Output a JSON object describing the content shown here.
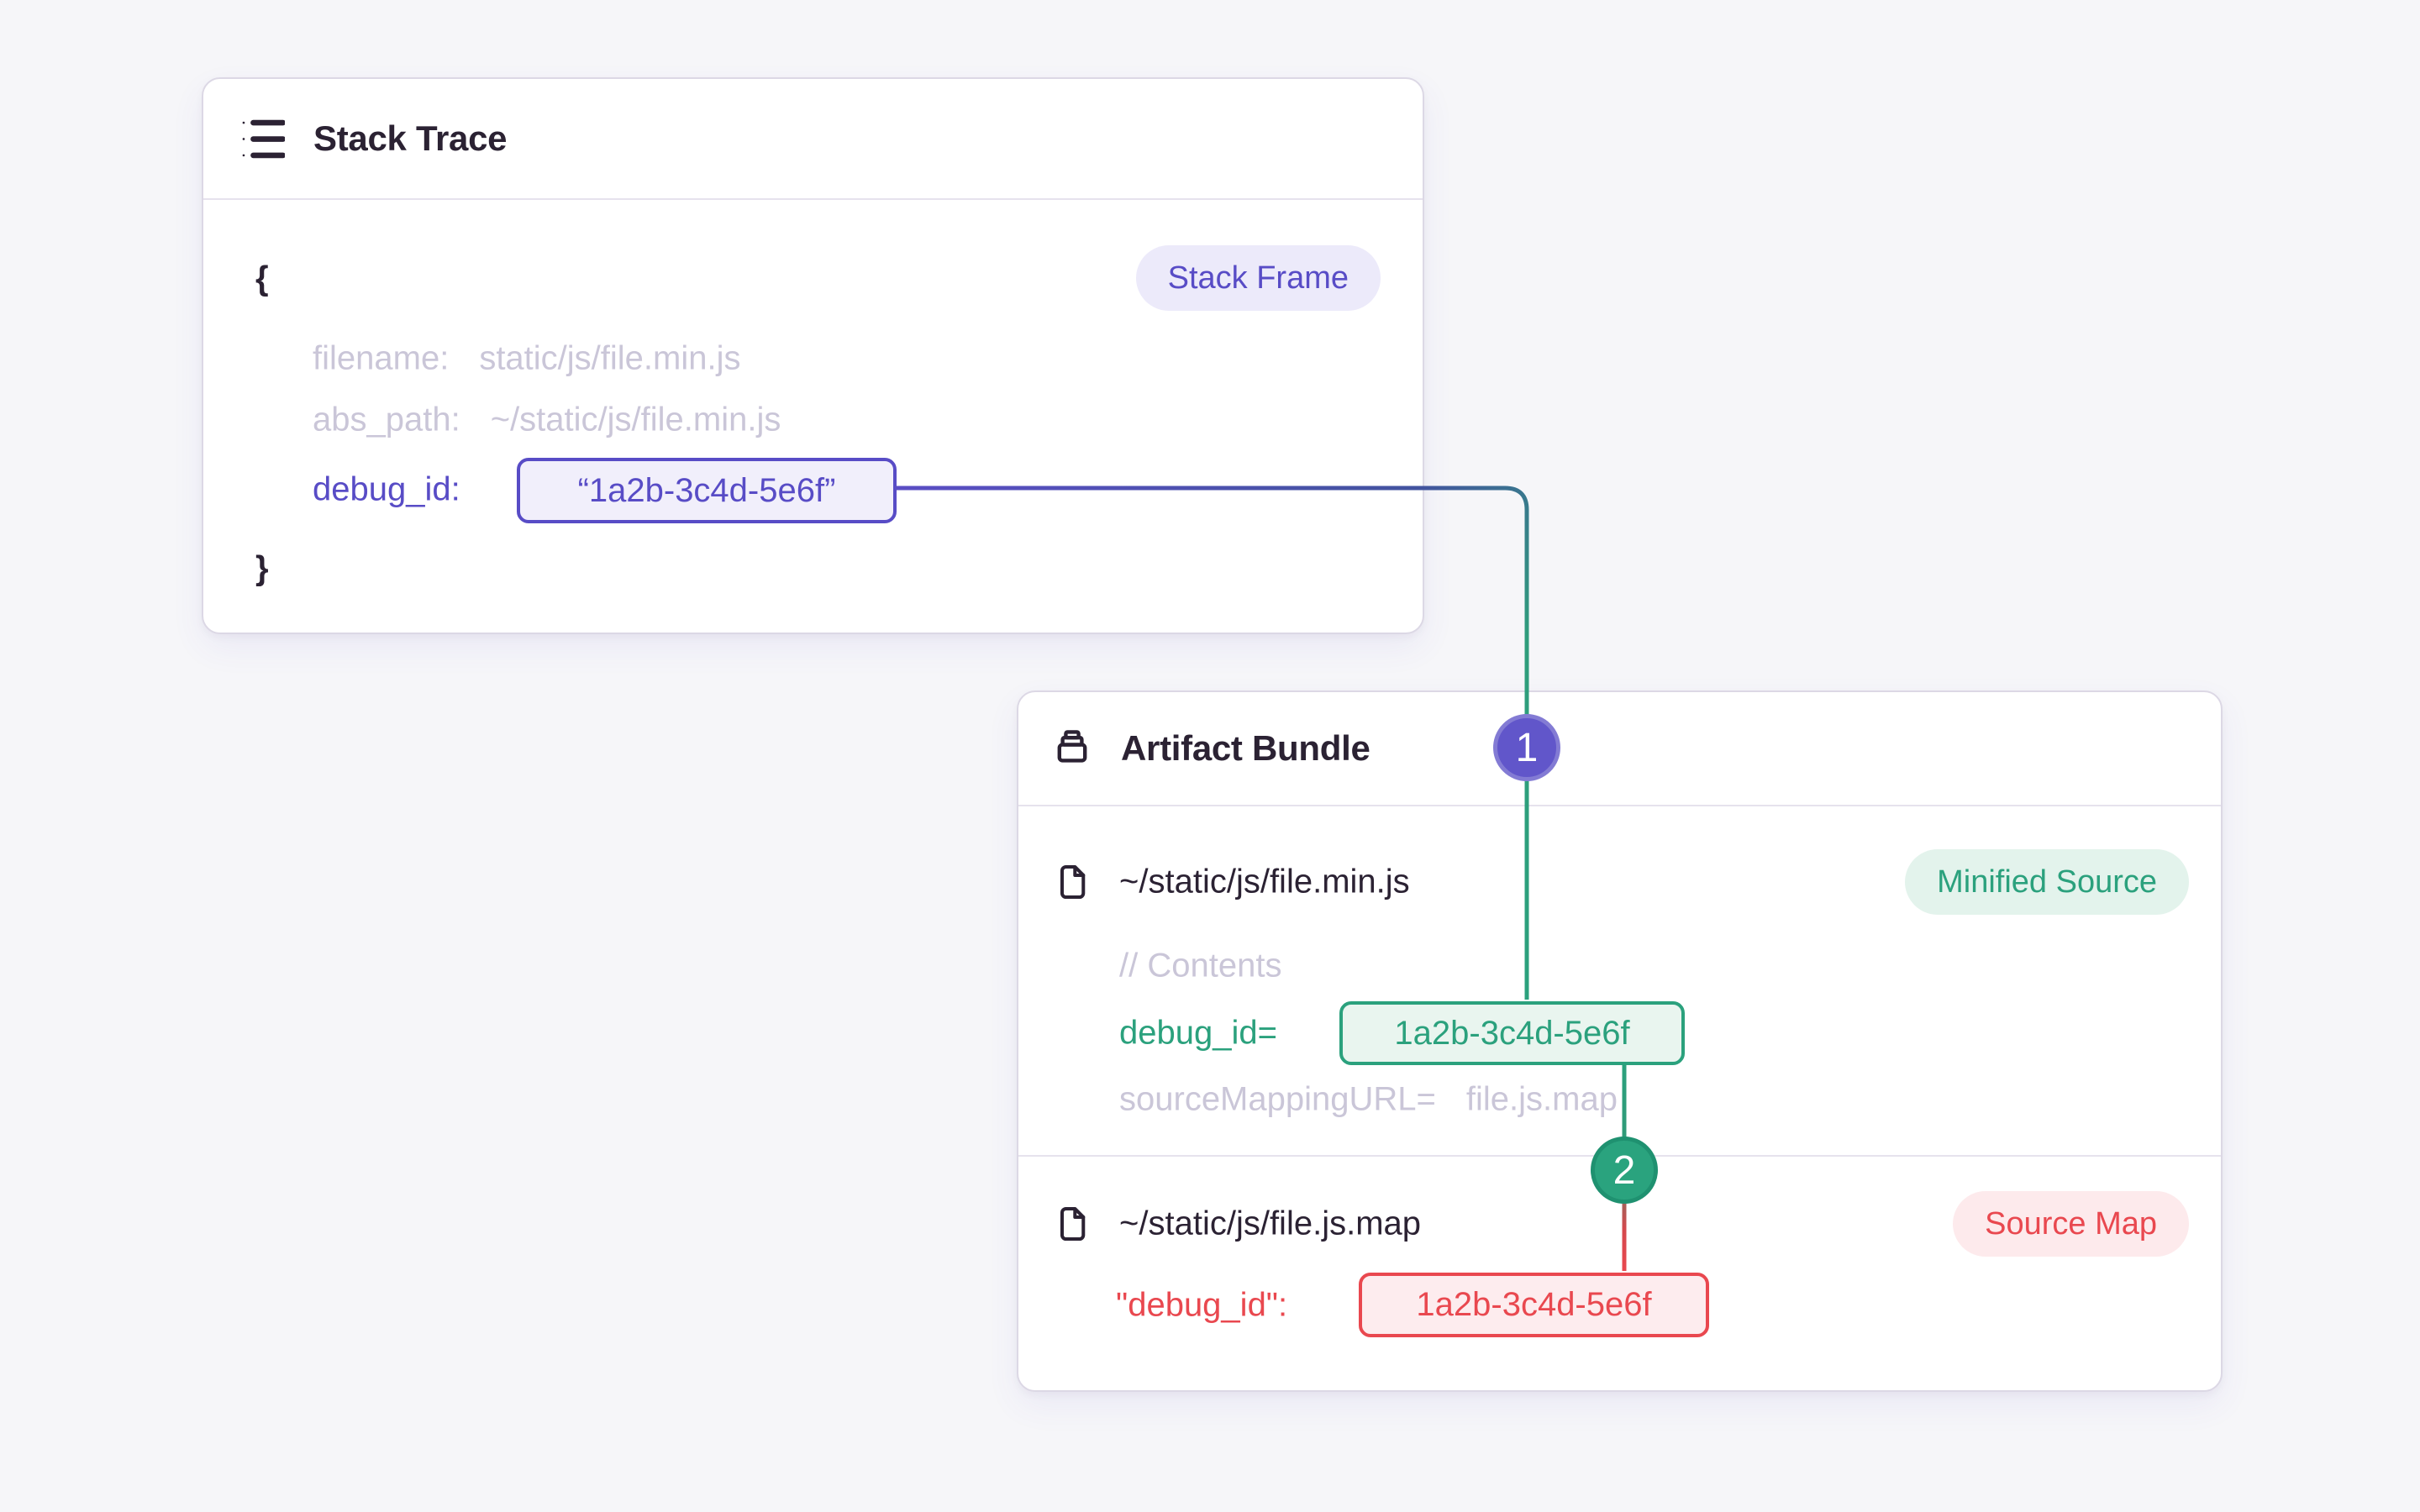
{
  "colors": {
    "bg": "#f6f6f9",
    "card-bg": "#ffffff",
    "card-border": "#dcd8e5",
    "divider": "#e6e2ed",
    "dark": "#2b2233",
    "muted": "#cac6d8",
    "purple": "#584cc6",
    "purple-box-bg": "#f1effb",
    "purple-pill-bg": "#eceafa",
    "green": "#2ba17d",
    "green-box-bg": "#e9f5ef",
    "green-pill-bg": "#e3f3ec",
    "red": "#e9484f",
    "red-box-bg": "#fdecee",
    "red-pill-bg": "#fdeaec",
    "badge1-bg": "#6156ca",
    "badge1-ring": "#837bd4",
    "badge2-bg": "#2aa37e",
    "badge2-ring": "#1f9170",
    "badge-number": "#ffffff",
    "line-purple": "#5a4dc4",
    "line-blue": "#42539f",
    "line-green": "#2ba17d",
    "line-red": "#e9484f"
  },
  "stack_card": {
    "title": "Stack Trace",
    "frame_badge": "Stack Frame",
    "brace_open": "{",
    "brace_close": "}",
    "fields": [
      {
        "label": "filename:",
        "value": "static/js/file.min.js"
      },
      {
        "label": "abs_path:",
        "value": "~/static/js/file.min.js"
      }
    ],
    "debug_field": {
      "label": "debug_id:",
      "value": "“1a2b-3c4d-5e6f”"
    }
  },
  "artifact_card": {
    "title": "Artifact Bundle",
    "minified_file": {
      "path": "~/static/js/file.min.js",
      "type_badge": "Minified Source",
      "comment": "// Contents",
      "debug_label": "debug_id=",
      "debug_value": "1a2b-3c4d-5e6f",
      "sourcemap_label": "sourceMappingURL=",
      "sourcemap_value": "file.js.map"
    },
    "sourcemap_file": {
      "path": "~/static/js/file.js.map",
      "type_badge": "Source Map",
      "debug_label": "\"debug_id\":",
      "debug_value": "1a2b-3c4d-5e6f"
    }
  },
  "steps": {
    "one": "1",
    "two": "2"
  }
}
